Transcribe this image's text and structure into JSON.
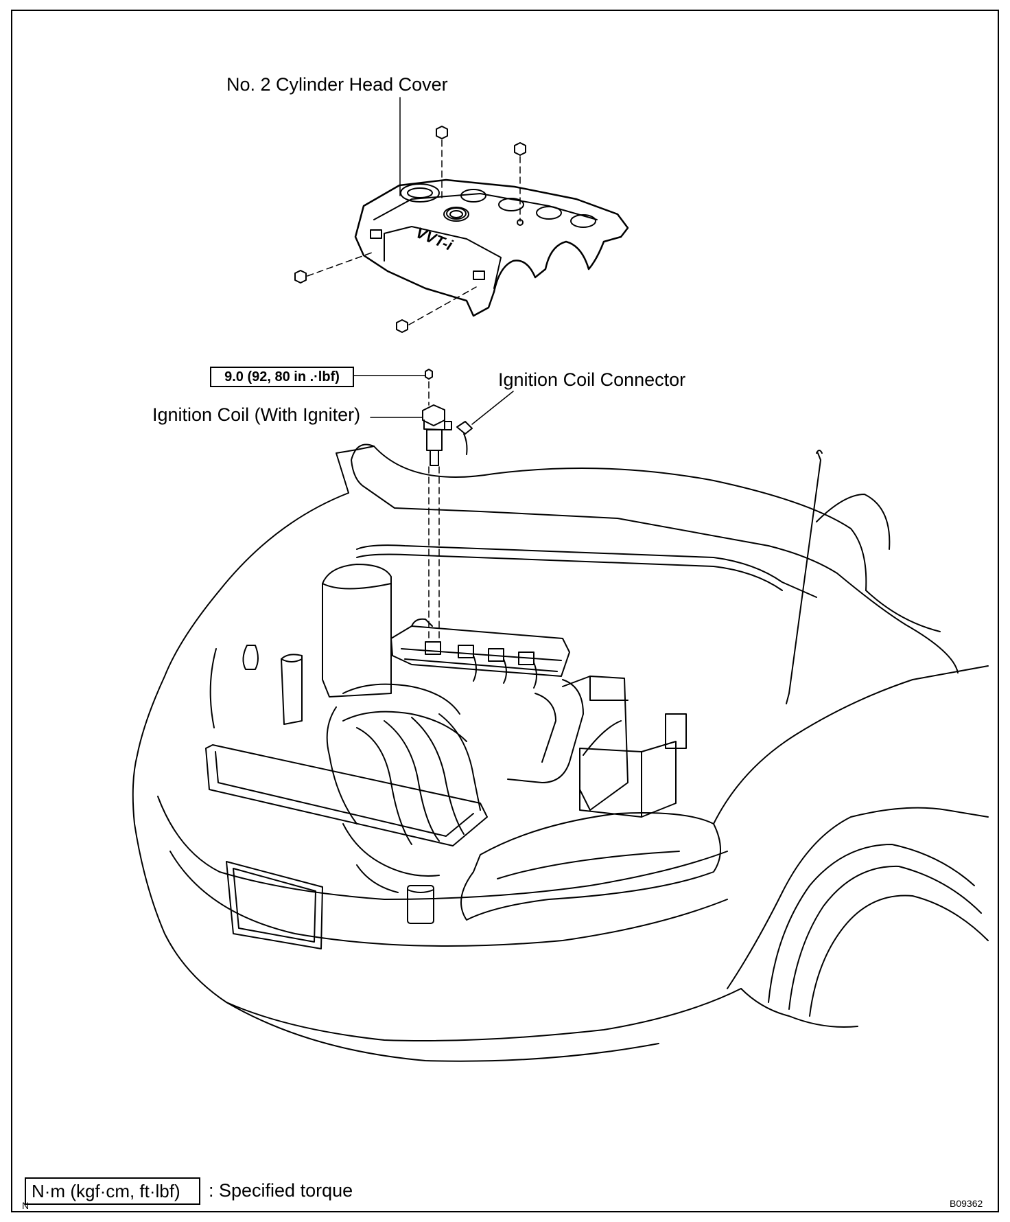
{
  "labels": {
    "head_cover": "No. 2 Cylinder Head Cover",
    "ignition_coil_connector": "Ignition Coil Connector",
    "ignition_coil": "Ignition Coil (With Igniter)",
    "torque_value": "9.0 (92, 80 in .·lbf)"
  },
  "cover_badge": "VVT-i",
  "legend": {
    "unit": "N·m (kgf·cm, ft·lbf)",
    "description": ": Specified torque"
  },
  "figure_code": "B09362",
  "corner_mark": "N"
}
